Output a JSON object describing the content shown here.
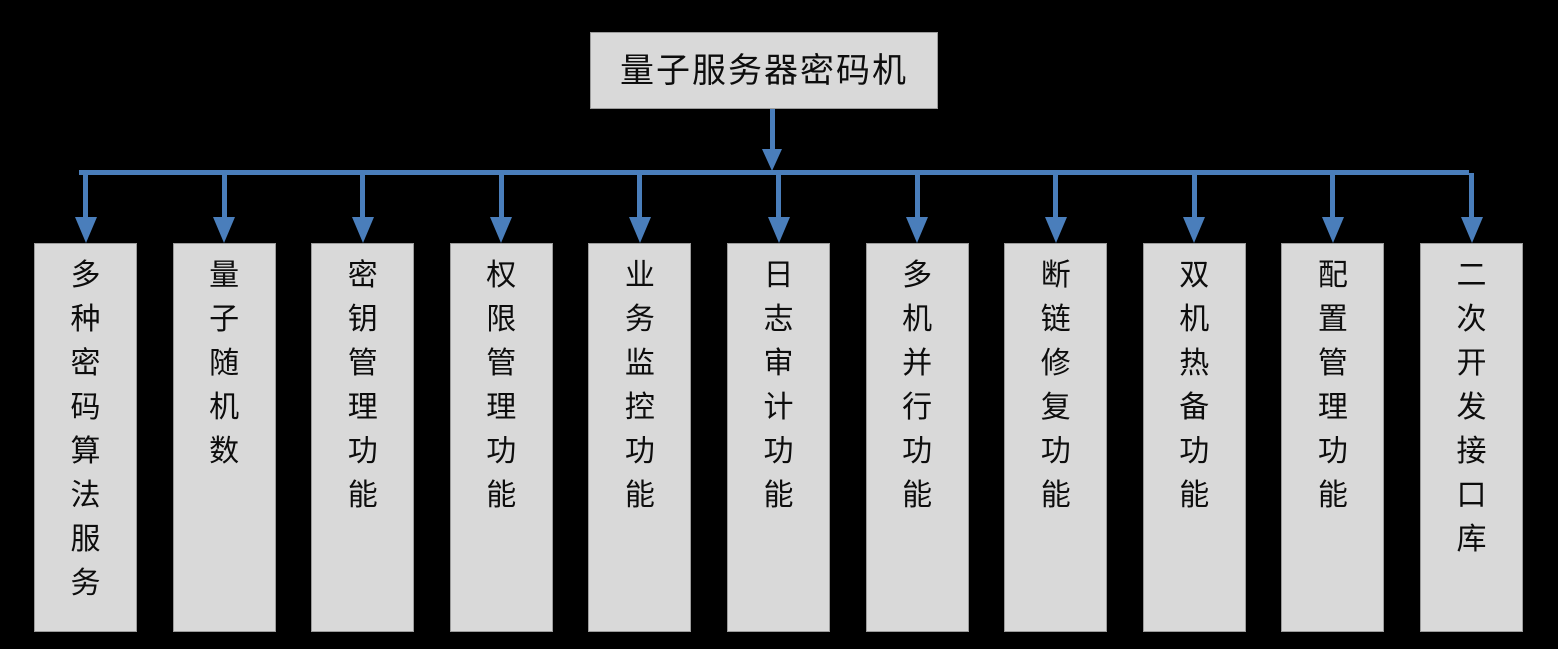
{
  "diagram": {
    "type": "tree",
    "orientation": "top-down-bus",
    "background_color": "#000000",
    "node_fill_color": "#d9d9d9",
    "node_border_color": "#9c9c9c",
    "connector_color": "#4a7ebb",
    "text_color": "#0d0d0d",
    "root": {
      "label": "量子服务器密码机"
    },
    "children": [
      {
        "label": "多种密码算法服务"
      },
      {
        "label": "量子随机数"
      },
      {
        "label": "密钥管理功能"
      },
      {
        "label": "权限管理功能"
      },
      {
        "label": "业务监控功能"
      },
      {
        "label": "日志审计功能"
      },
      {
        "label": "多机并行功能"
      },
      {
        "label": "断链修复功能"
      },
      {
        "label": "双机热备功能"
      },
      {
        "label": "配置管理功能"
      },
      {
        "label": "二次开发接口库"
      }
    ]
  }
}
